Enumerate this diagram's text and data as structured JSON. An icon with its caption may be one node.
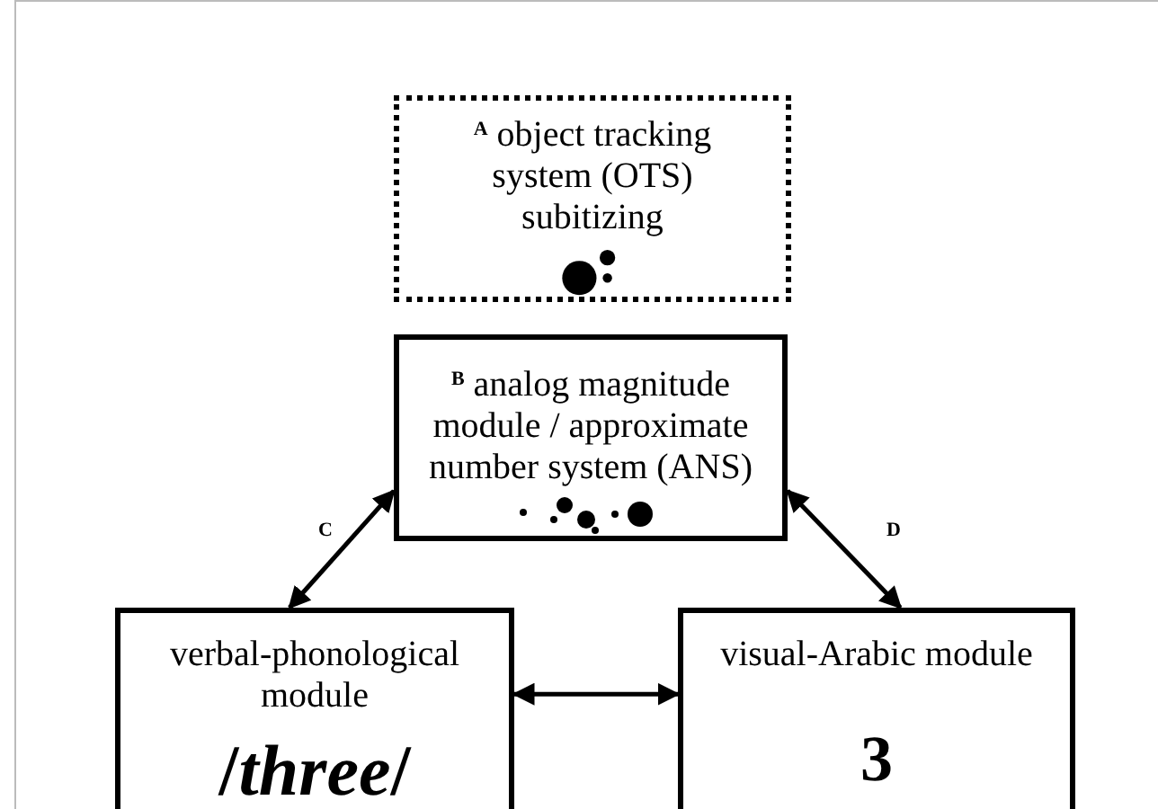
{
  "diagram": {
    "nodes": [
      {
        "text": [
          "$^{A}$ object tracking system (OTS) subitizing"
        ]
      },
      {
        "text": [
          "$^{B}$ analog magnitude module / approximate number system (ANS)"
        ]
      },
      {
        "text": [
          "verbal-phonological module",
          "/*three*/"
        ]
      },
      {
        "text": [
          "visual-Arabic module",
          "3"
        ]
      }
    ],
    "edges": [
      {
        "from": 2,
        "to": 1,
        "arrow": "both",
        "label": "C"
      },
      {
        "from": 1,
        "to": 3,
        "arrow": "both",
        "label": "D"
      },
      {
        "from": 2,
        "to": 3,
        "arrow": "both"
      }
    ]
  }
}
